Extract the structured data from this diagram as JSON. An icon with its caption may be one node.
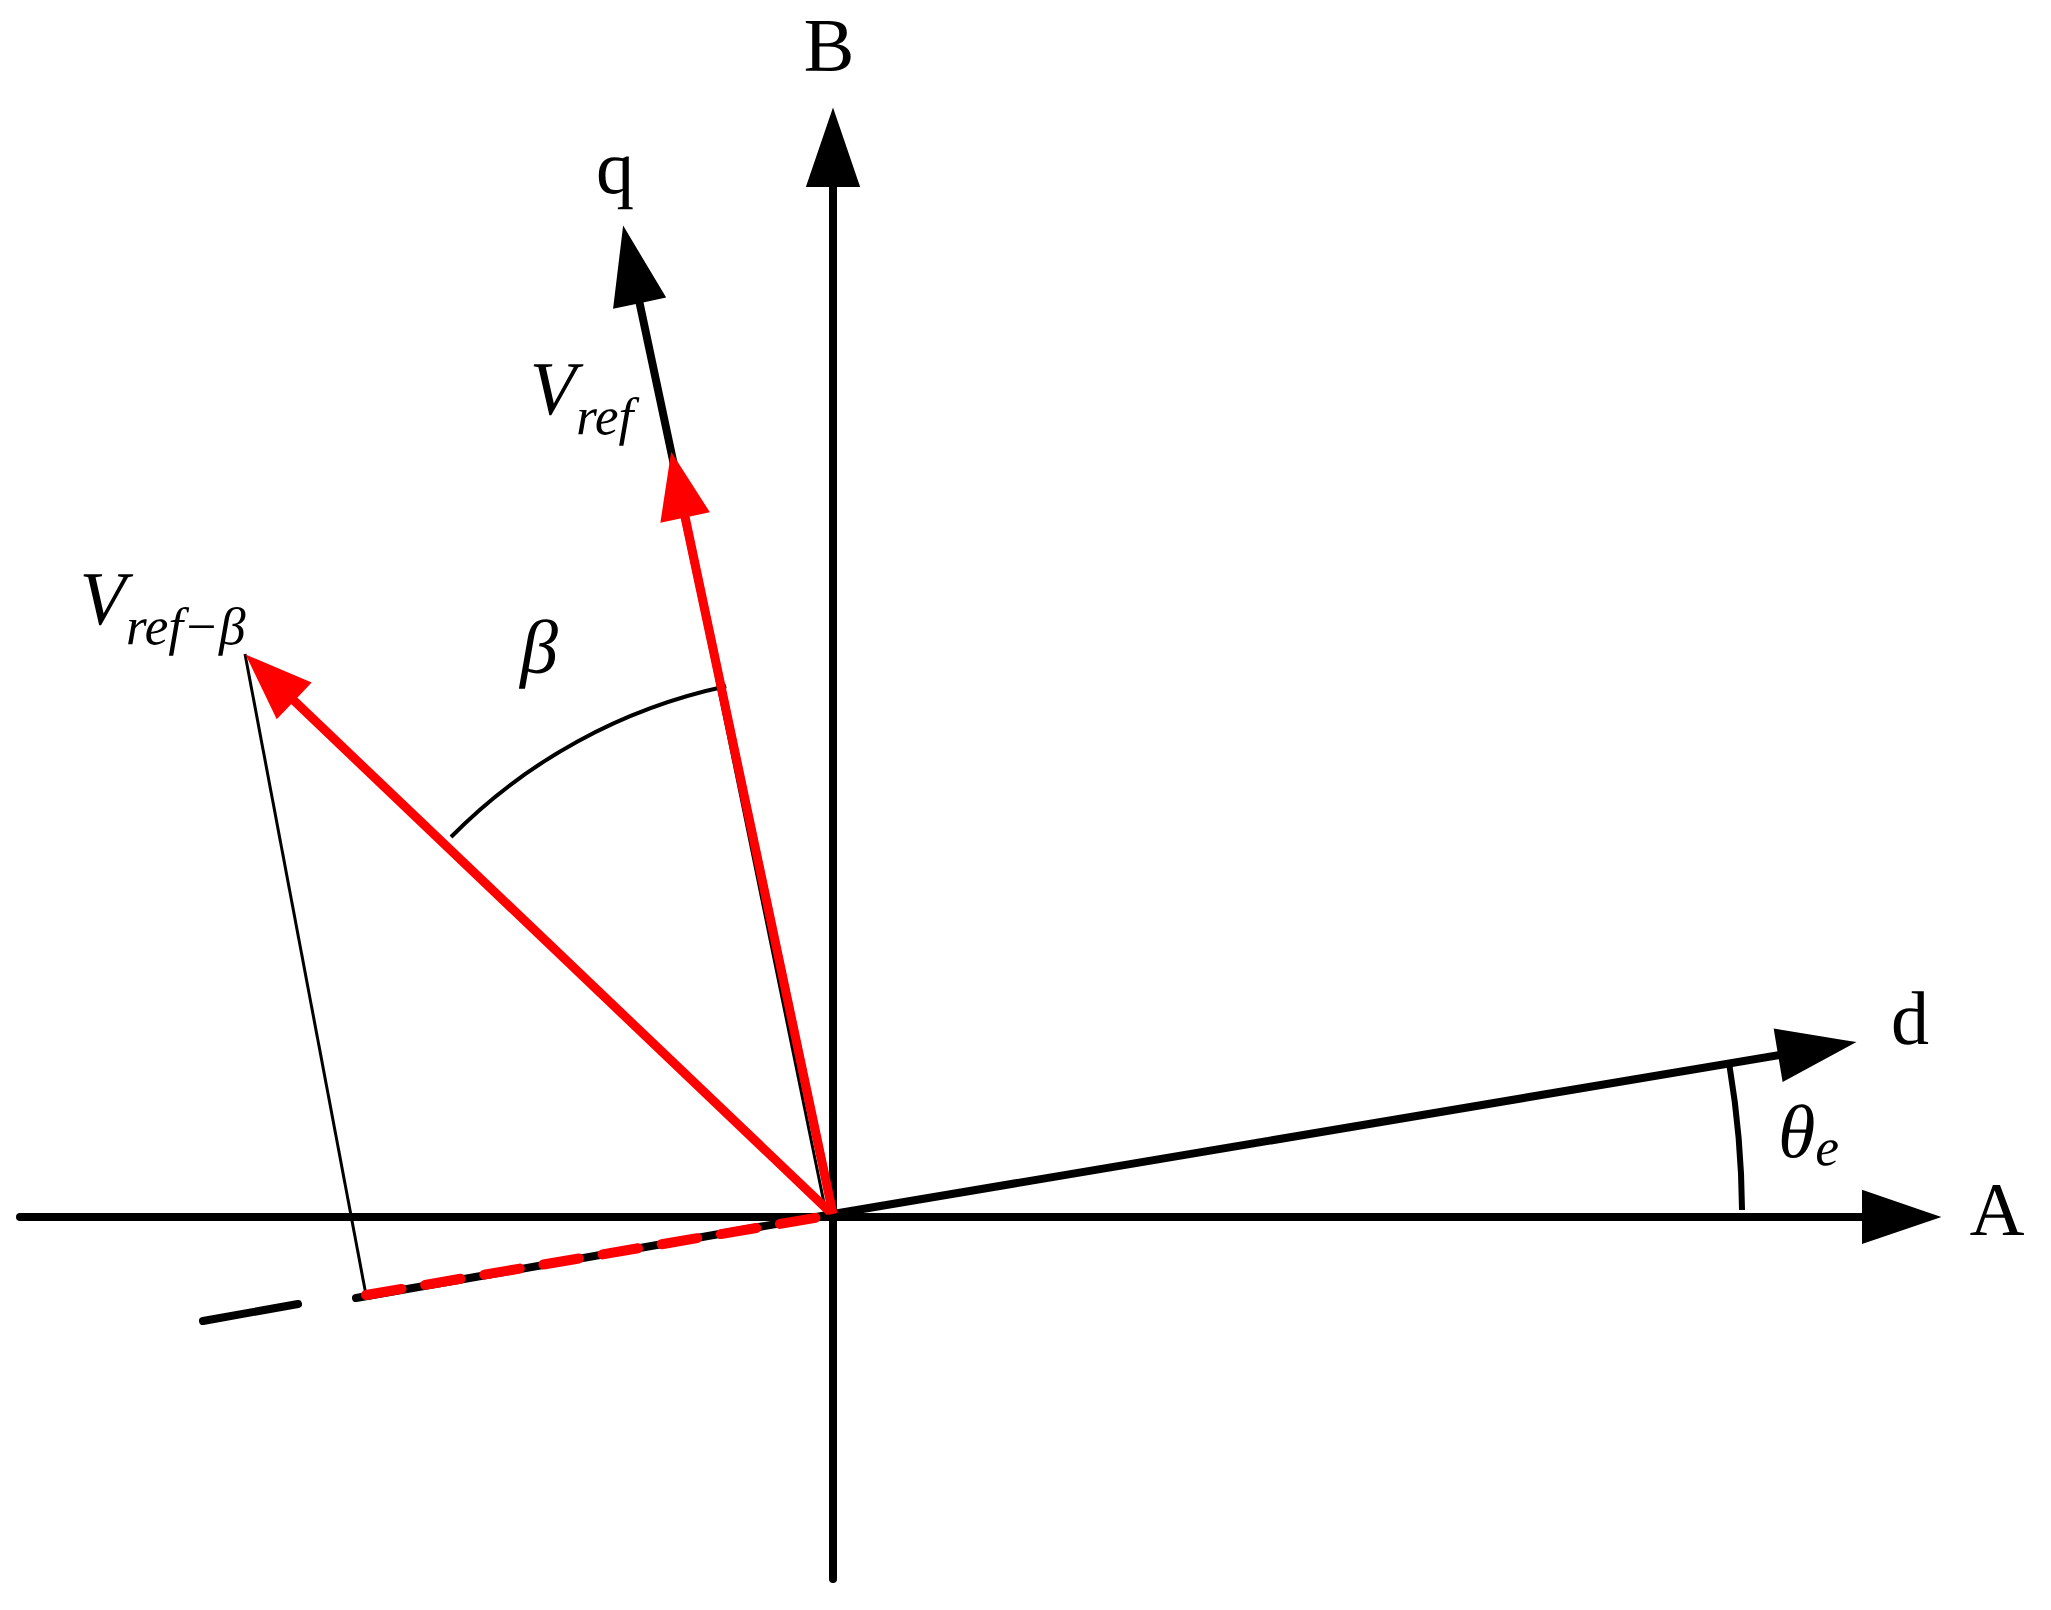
{
  "diagram": {
    "labels": [
      "B",
      "q",
      "V$_{ref}$",
      "V$_{ref−β}$",
      "β",
      "d",
      "θ$_{e}$",
      "A"
    ]
  }
}
